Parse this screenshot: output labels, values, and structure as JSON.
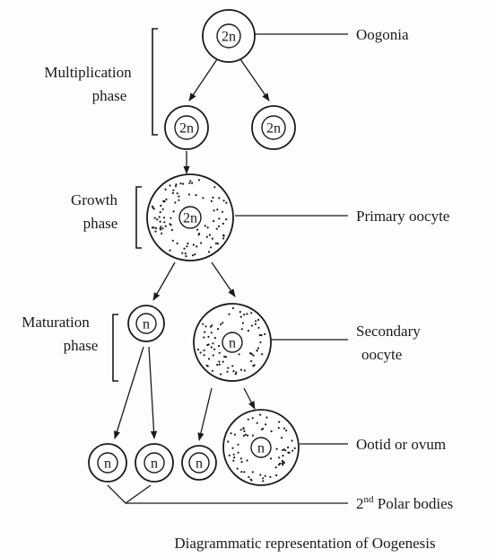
{
  "labels": {
    "oogonia": "Oogonia",
    "multiplication_line1": "Multiplication",
    "multiplication_line2": "phase",
    "growth_line1": "Growth",
    "growth_line2": "phase",
    "primary_oocyte": "Primary oocyte",
    "maturation_line1": "Maturation",
    "maturation_line2": "phase",
    "secondary_line1": "Secondary",
    "secondary_line2": "oocyte",
    "ootid": "Ootid or ovum",
    "polar_prefix": "2",
    "polar_sup": "nd",
    "polar_suffix": " Polar bodies",
    "caption": "Diagrammatic representation of Oogenesis"
  },
  "cells": {
    "oogonium": "2n",
    "daughter_left": "2n",
    "daughter_right": "2n",
    "primary_oocyte": "2n",
    "first_polar_body": "n",
    "secondary_oocyte": "n",
    "polar_a": "n",
    "polar_b": "n",
    "polar_c": "n",
    "ovum": "n"
  }
}
